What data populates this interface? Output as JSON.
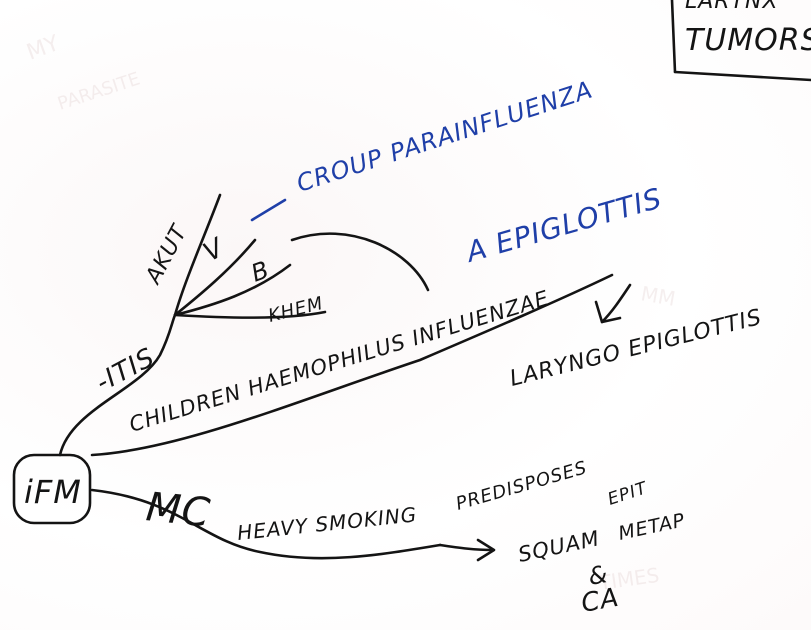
{
  "central_node": {
    "label": "iFM"
  },
  "boxed_note": {
    "lines": [
      "LARYNX",
      "TUMORS"
    ]
  },
  "branch_itis": {
    "label": "-ITIS",
    "sub_branches": [
      "AKUT",
      "V",
      "B",
      "KHEM"
    ],
    "croup_label": "CROUP PARAINFLUENZA"
  },
  "branch_children": {
    "label": "CHILDREN HAEMOPHILUS INFLUENZAE",
    "epiglottis_label": "A EPIGLOTTIS",
    "laryngo_label": "LARYNGO EPIGLOTTIS"
  },
  "branch_mc": {
    "label": "MC",
    "smoking_label": "HEAVY SMOKING",
    "predisposes_label": "PREDISPOSES",
    "squam_label": "SQUAM",
    "epit_label": "EPIT",
    "metap_label": "METAP",
    "amp_label": "&",
    "ca_label": "CA"
  },
  "colors": {
    "ink": "#141414",
    "blue_ink": "#1f3fa8"
  }
}
